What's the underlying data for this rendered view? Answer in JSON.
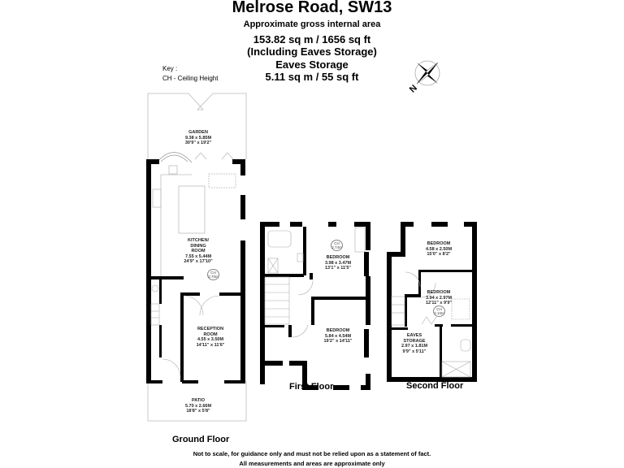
{
  "header": {
    "title": "Melrose Road, SW13",
    "area_label": "Approximate gross internal area",
    "area_total": "153.82 sq m /  1656 sq ft",
    "area_note": "(Including Eaves Storage)",
    "eaves_label": "Eaves Storage",
    "eaves_area": "5.11 sq m /  55 sq ft"
  },
  "key": {
    "title": "Key :",
    "items": [
      "CH - Ceiling Height"
    ]
  },
  "compass": {
    "icon": "north-compass-icon",
    "label": "N"
  },
  "floors": [
    {
      "name": "Ground Floor",
      "rooms": [
        {
          "name": "GARDEN",
          "metric": "9.38 x 5.85M",
          "imperial": "30'9\" x 19'2\""
        },
        {
          "name": "KITCHEN/ DINING ROOM",
          "lines": [
            "KITCHEN/",
            "DINING",
            "ROOM"
          ],
          "metric": "7.55 x 5.44M",
          "imperial": "24'9\" x 17'10\"",
          "ceiling_height": "2.70m"
        },
        {
          "name": "RECEPTION ROOM",
          "lines": [
            "RECEPTION",
            "ROOM"
          ],
          "metric": "4.55 x 3.50M",
          "imperial": "14'11\" x 11'6\""
        },
        {
          "name": "PATIO",
          "metric": "5.70 x 2.66M",
          "imperial": "18'8\" x 5'8\""
        }
      ]
    },
    {
      "name": "First Floor",
      "rooms": [
        {
          "name": "BEDROOM",
          "metric": "3.98 x 3.47M",
          "imperial": "13'1\" x 11'5\"",
          "ceiling_height": "2.74m"
        },
        {
          "name": "BEDROOM",
          "metric": "5.84 x 4.54M",
          "imperial": "19'2\" x 14'11\""
        }
      ]
    },
    {
      "name": "Second Floor",
      "rooms": [
        {
          "name": "BEDROOM",
          "metric": "4.58 x 2.50M",
          "imperial": "15'0\" x 8'2\""
        },
        {
          "name": "BEDROOM",
          "metric": "3.94 x 2.97M",
          "imperial": "12'11\" x 9'9\"",
          "ceiling_height": "2.10m"
        },
        {
          "name": "EAVES STORAGE",
          "lines": [
            "EAVES",
            "STORAGE"
          ],
          "metric": "2.97 x 1.81M",
          "imperial": "9'9\" x 5'11\""
        }
      ]
    }
  ],
  "ch_label": "CH",
  "footer": {
    "line1": "Not to scale, for guidance only and must not be relied upon as a statement of fact.",
    "line2": "All measurements and areas are approximate only"
  }
}
